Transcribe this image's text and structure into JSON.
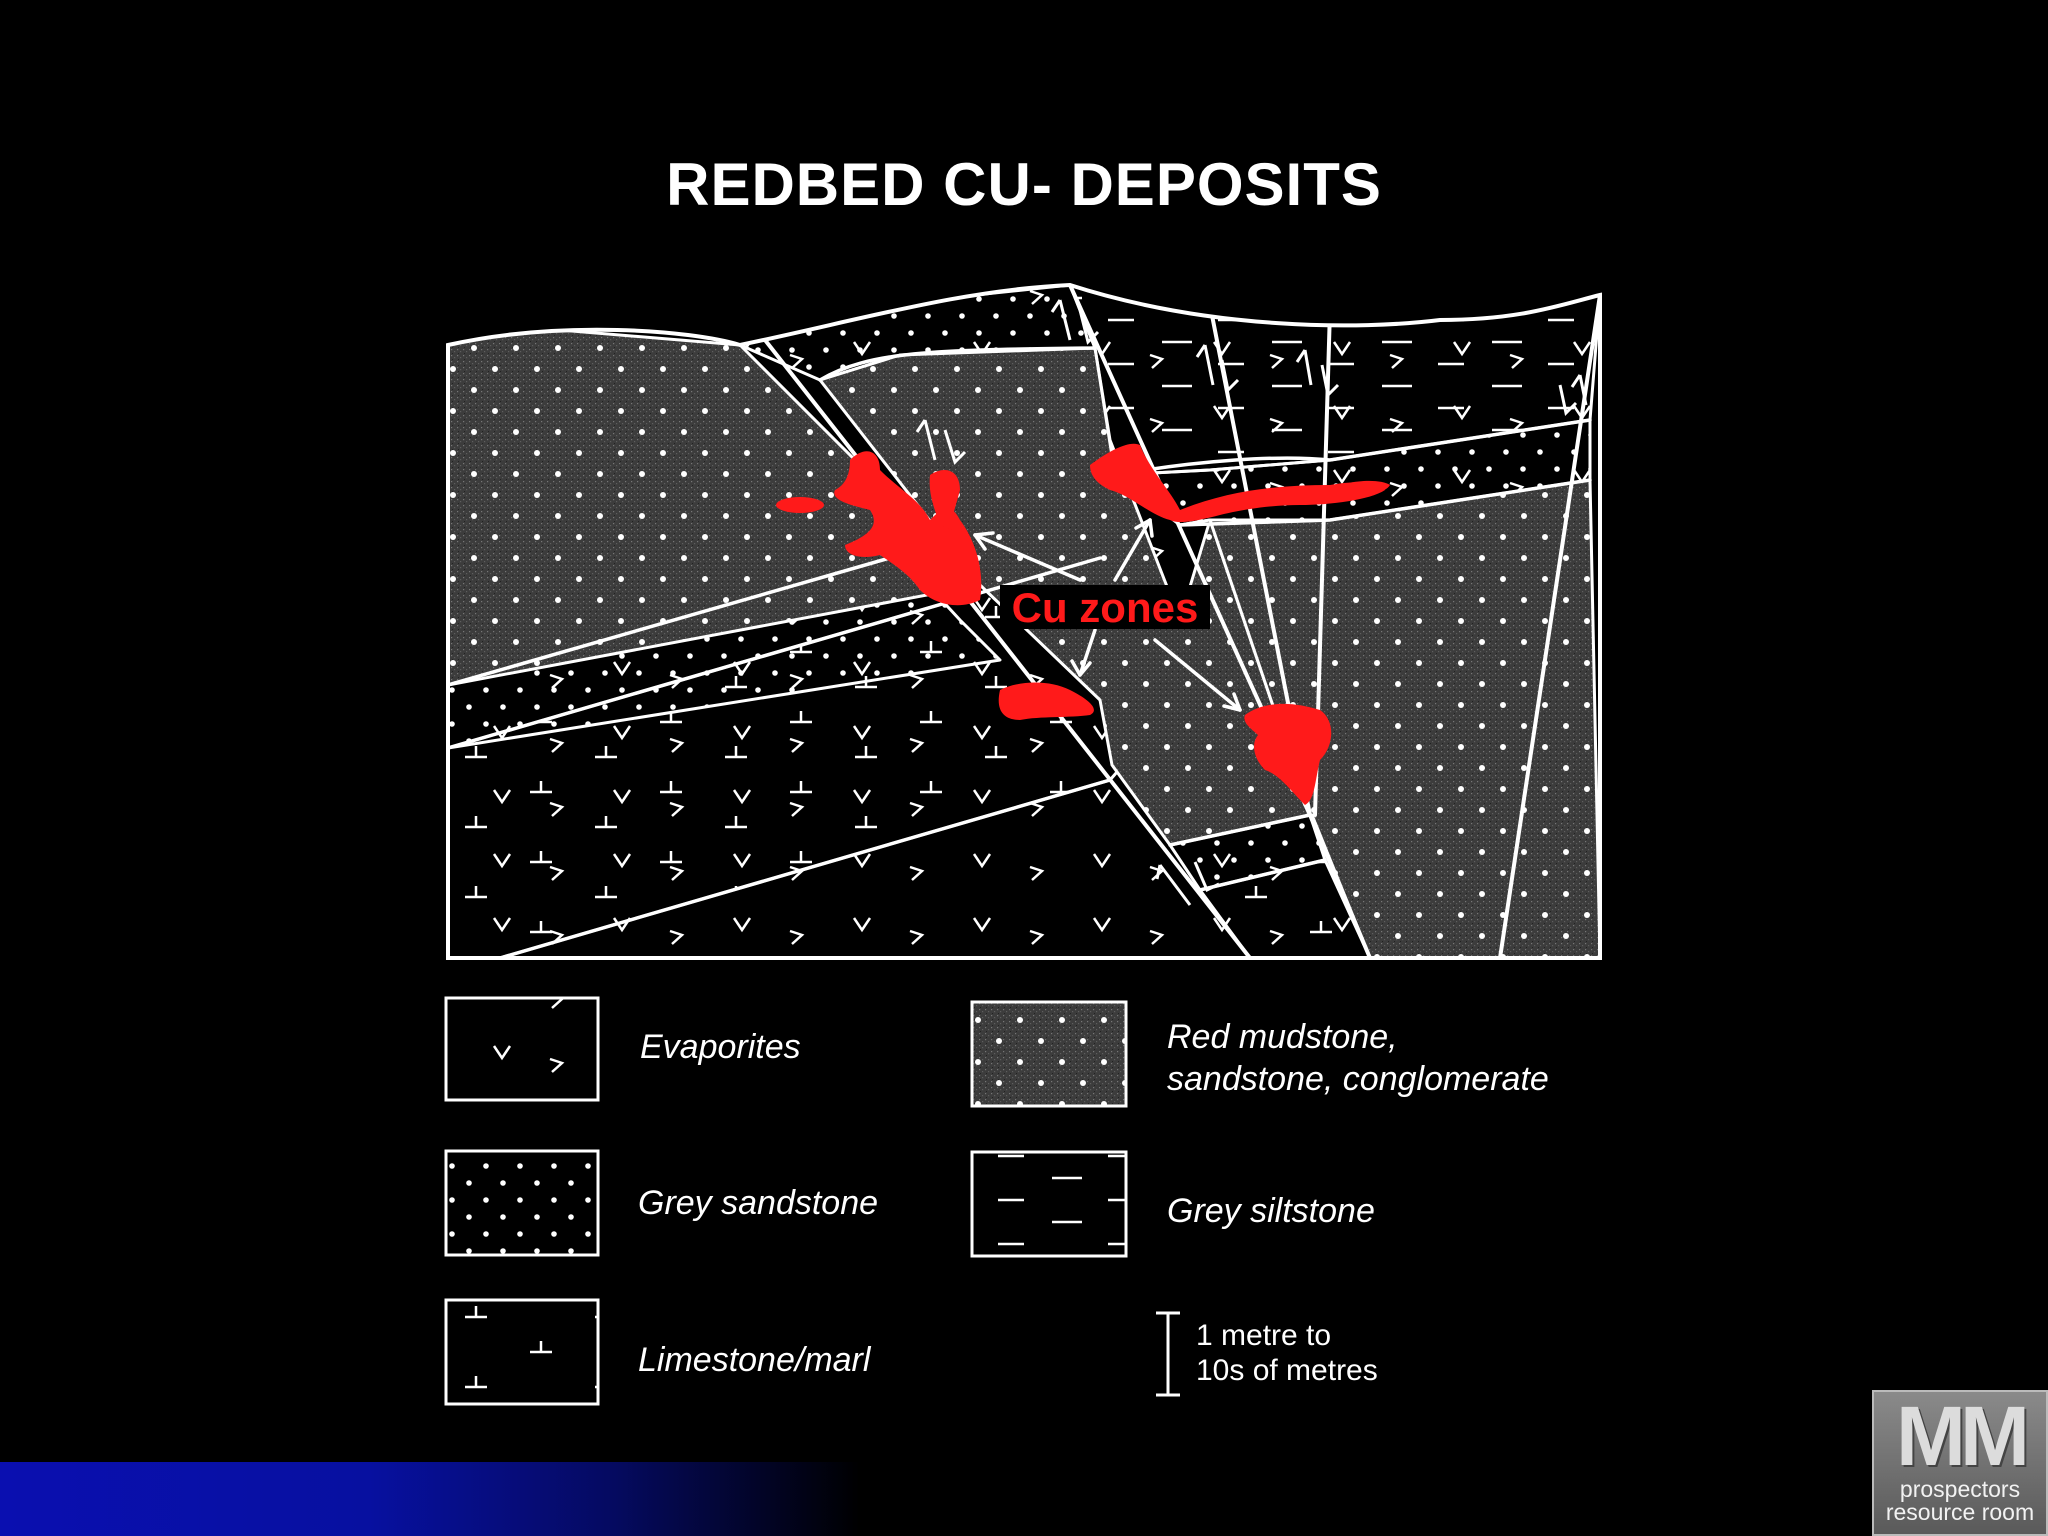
{
  "title": "REDBED CU- DEPOSITS",
  "annotation": {
    "text": "Cu zones",
    "color": "#ff1a1a"
  },
  "legend": [
    {
      "pattern": "evaporites",
      "label": "Evaporites"
    },
    {
      "pattern": "red-mudstone",
      "label_line1": "Red mudstone,",
      "label_line2": "sandstone, conglomerate"
    },
    {
      "pattern": "grey-sandstone",
      "label": "Grey sandstone"
    },
    {
      "pattern": "grey-siltstone",
      "label": "Grey siltstone"
    },
    {
      "pattern": "limestone-marl",
      "label": "Limestone/marl"
    }
  ],
  "scale": {
    "line1": "1 metre to",
    "line2": "10s of metres"
  },
  "logo": {
    "mark": "MM",
    "line1": "prospectors",
    "line2": "resource room"
  },
  "colors": {
    "ore": "#ff1a1a",
    "line": "#ffffff",
    "background": "#000000",
    "band": "#0a0fb0"
  }
}
